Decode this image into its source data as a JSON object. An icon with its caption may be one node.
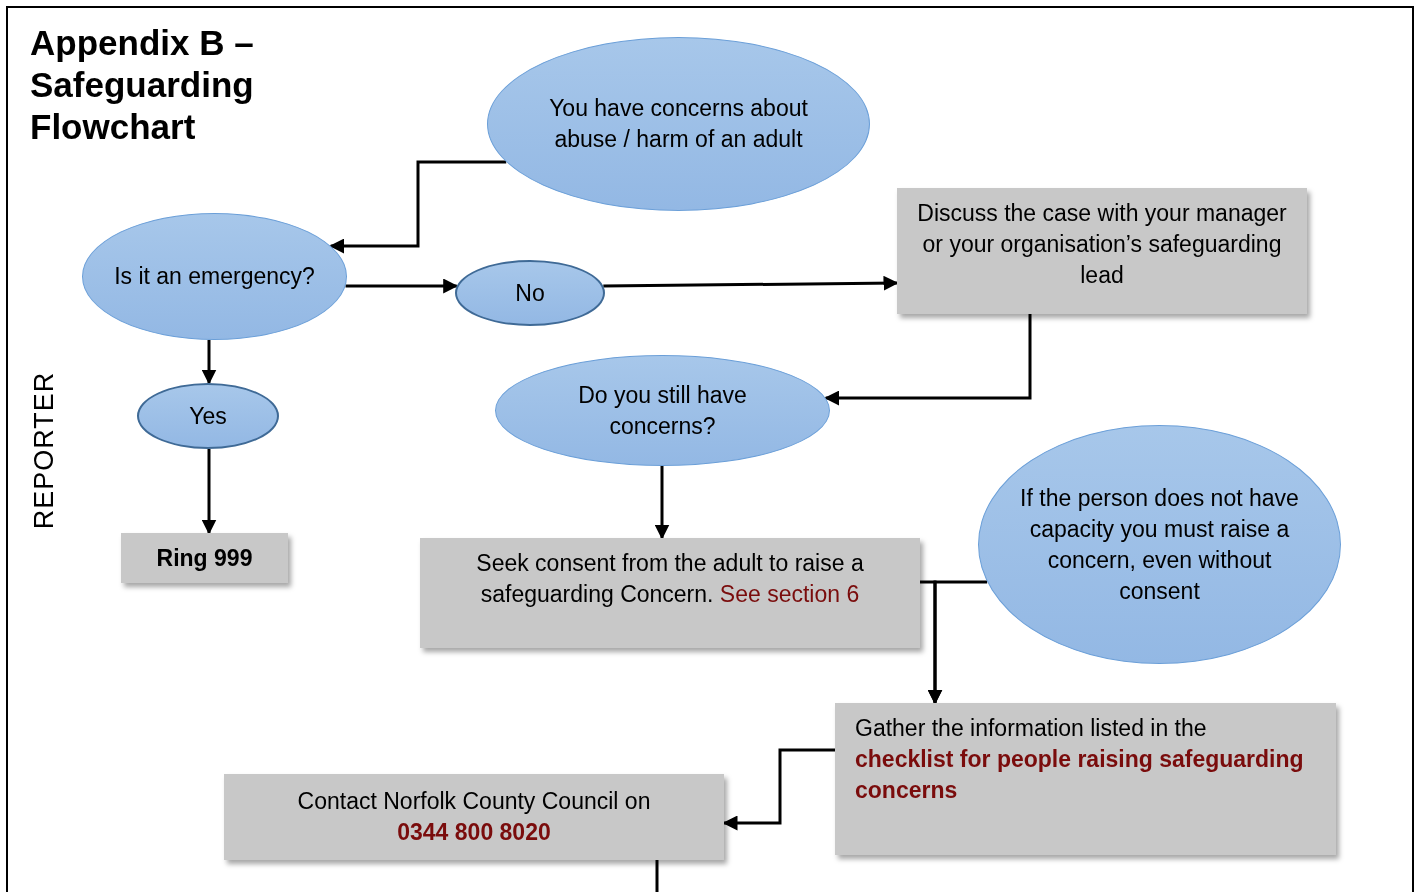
{
  "diagram": {
    "title": "Appendix B – Safeguarding Flowchart",
    "nodes": [
      {
        "text": [
          "You have concerns about abuse / harm of an adult"
        ]
      },
      {
        "text": [
          "Is it an emergency?"
        ]
      },
      {
        "text": [
          "No"
        ]
      },
      {
        "text": [
          "Discuss the case with your manager or your organisation’s safeguarding lead"
        ]
      },
      {
        "text": [
          "Yes"
        ]
      },
      {
        "text": [
          "Ring 999"
        ]
      },
      {
        "text": [
          "Do you still have concerns?"
        ]
      },
      {
        "text": [
          "Seek consent from the adult to raise a safeguarding Concern.",
          "See section 6"
        ]
      },
      {
        "text": [
          "If the person does not have capacity you must raise a concern, even without consent"
        ]
      },
      {
        "text": [
          "Gather the information listed in the",
          "checklist for people raising safeguarding concerns"
        ]
      },
      {
        "text": [
          "Contact Norfolk County Council on",
          "0344 800 8020"
        ]
      }
    ],
    "edges": [
      {
        "from": 0,
        "to": 1,
        "arrow": "to"
      },
      {
        "from": 1,
        "to": 2,
        "arrow": "to"
      },
      {
        "from": 2,
        "to": 3,
        "arrow": "to"
      },
      {
        "from": 1,
        "to": 4,
        "arrow": "to"
      },
      {
        "from": 4,
        "to": 5,
        "arrow": "to"
      },
      {
        "from": 3,
        "to": 6,
        "arrow": "to"
      },
      {
        "from": 6,
        "to": 7,
        "arrow": "to"
      },
      {
        "from": 7,
        "to": 9,
        "arrow": "to"
      },
      {
        "from": 8,
        "to": 9,
        "arrow": "to"
      },
      {
        "from": 9,
        "to": 10,
        "arrow": "to"
      },
      {
        "from": 10,
        "to": null,
        "arrow": "none"
      }
    ],
    "labels": [
      "REPORTER"
    ]
  }
}
